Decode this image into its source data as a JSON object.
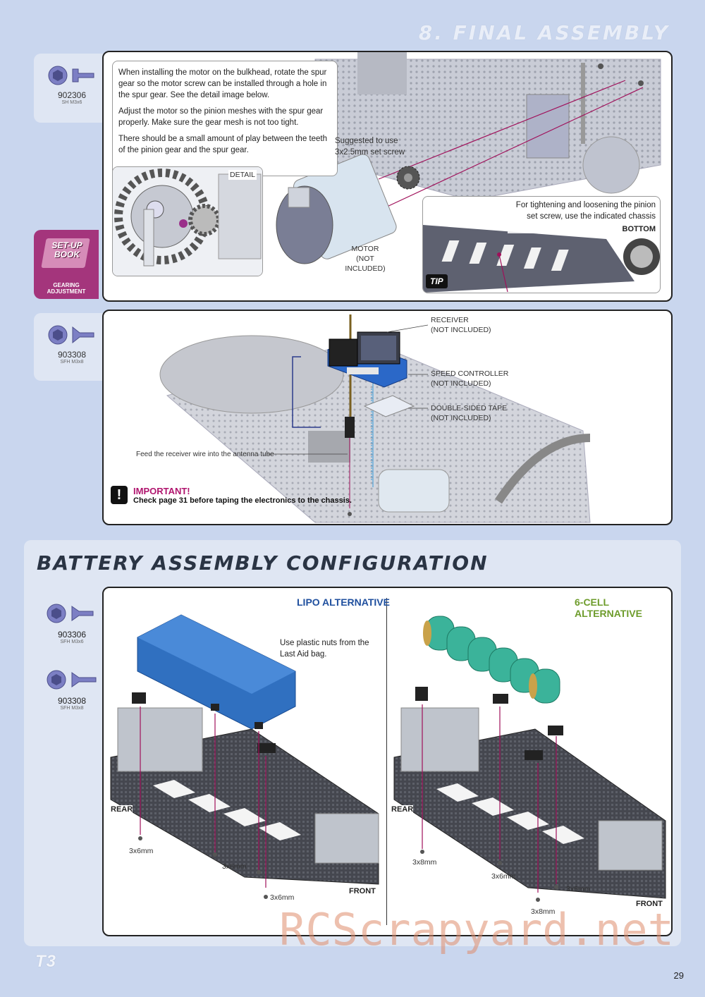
{
  "header": {
    "title": "8. FINAL ASSEMBLY"
  },
  "panel1": {
    "screw": {
      "code": "902306",
      "spec": "SH M3x6"
    },
    "setup_book": {
      "line1": "SET-UP",
      "line2": "BOOK",
      "caption": "GEARING ADJUSTMENT"
    },
    "instructions": [
      "When installing the motor on the bulkhead, rotate the spur gear so the motor screw can be installed through a hole in the spur gear. See the detail image below.",
      "Adjust the motor so the pinion meshes with the spur gear properly. Make sure the gear mesh is not too tight.",
      "There should be a small amount of play between the teeth of the pinion gear and the spur gear."
    ],
    "detail_label": "DETAIL",
    "set_screw_note": "Suggested to use 3x2.5mm set screw",
    "motor_label": "MOTOR",
    "motor_note": "(NOT INCLUDED)",
    "tip_text": "For tightening and loosening the pinion set screw, use the indicated chassis hole.",
    "tip_view": "BOTTOM",
    "tip_badge": "TIP"
  },
  "panel2": {
    "screw": {
      "code": "903308",
      "spec": "SFH M3x8"
    },
    "receiver_label": "RECEIVER",
    "receiver_note": "(NOT INCLUDED)",
    "esc_label": "SPEED CONTROLLER",
    "esc_note": "(NOT INCLUDED)",
    "tape_label": "DOUBLE-SIDED TAPE",
    "tape_note": "(NOT INCLUDED)",
    "antenna_note": "Feed the receiver wire into the antenna tube",
    "important_title": "IMPORTANT!",
    "important_text": "Check page 31 before taping the electronics to the chassis."
  },
  "battery": {
    "title": "BATTERY ASSEMBLY CONFIGURATION",
    "screws": [
      {
        "code": "903306",
        "spec": "SFH M3x6"
      },
      {
        "code": "903308",
        "spec": "SFH M3x8"
      }
    ],
    "lipo": {
      "label": "LIPO ALTERNATIVE",
      "note": "Use plastic nuts from the Last Aid bag.",
      "rear": "REAR",
      "front": "FRONT",
      "screws": [
        "3x6mm",
        "3x6mm",
        "3x6mm"
      ]
    },
    "cell": {
      "label": "6-CELL ALTERNATIVE",
      "rear": "REAR",
      "front": "FRONT",
      "screws": [
        "3x8mm",
        "3x6mm",
        "3x6mm",
        "3x8mm"
      ]
    }
  },
  "footer": {
    "logo": "T3",
    "page_number": "29"
  },
  "watermark": "RCScrapyard.net"
}
